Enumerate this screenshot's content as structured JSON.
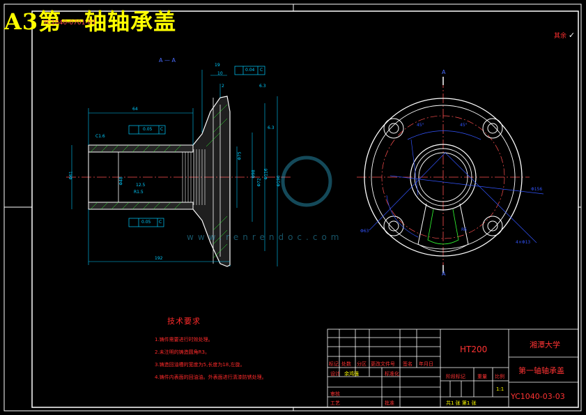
{
  "title": "A3第一轴轴承盖",
  "drawing_number_behind_title": "YC1040-0701-03",
  "section_label": "A — A",
  "section_marks": [
    "A",
    "A"
  ],
  "roughness_note": "其余",
  "tech_requirements": {
    "heading": "技术要求",
    "items": [
      "1.铸件需要进行时效处理。",
      "2.未注明的铸造圆角R3。",
      "3.铸造回油槽的宽度为5,长度为18,左旋。",
      "4.铸件内表面的回油油。外表面进行清漆防锈处理。"
    ]
  },
  "title_block": {
    "material": "HT200",
    "school": "湘潭大学",
    "part_name": "第一轴轴承盖",
    "drawing_code": "YC1040-03-03",
    "headers": [
      "标记",
      "处数",
      "分区",
      "更改文件号",
      "签名",
      "年月日"
    ],
    "design_label": "设计",
    "designer": "余鸿强",
    "standard_label": "标准化",
    "review_label": "审核",
    "process_label": "工艺",
    "approve_label": "批准",
    "stage_label": "阶段标记",
    "weight_label": "重量",
    "scale_label": "比例",
    "scale": "1:1",
    "sheets": "共1 张 第1 张"
  },
  "dimensions": {
    "section": [
      "64",
      "C1.6",
      "Φ61",
      "Φ48",
      "R1.5",
      "192",
      "Φ75",
      "Φ98",
      "Φ116",
      "Φ190",
      "Φ72",
      "19",
      "10",
      "6.3",
      "12.5",
      "6.3",
      "2"
    ],
    "gdt_top": "0.04",
    "gdt_mid": "0.05",
    "gdt_low": "0.05",
    "datum": "C",
    "plan": [
      "45°",
      "45°",
      "Φ156",
      "Φ63",
      "4×Φ13",
      "R6"
    ]
  },
  "watermark": "www.renrendoc.com"
}
